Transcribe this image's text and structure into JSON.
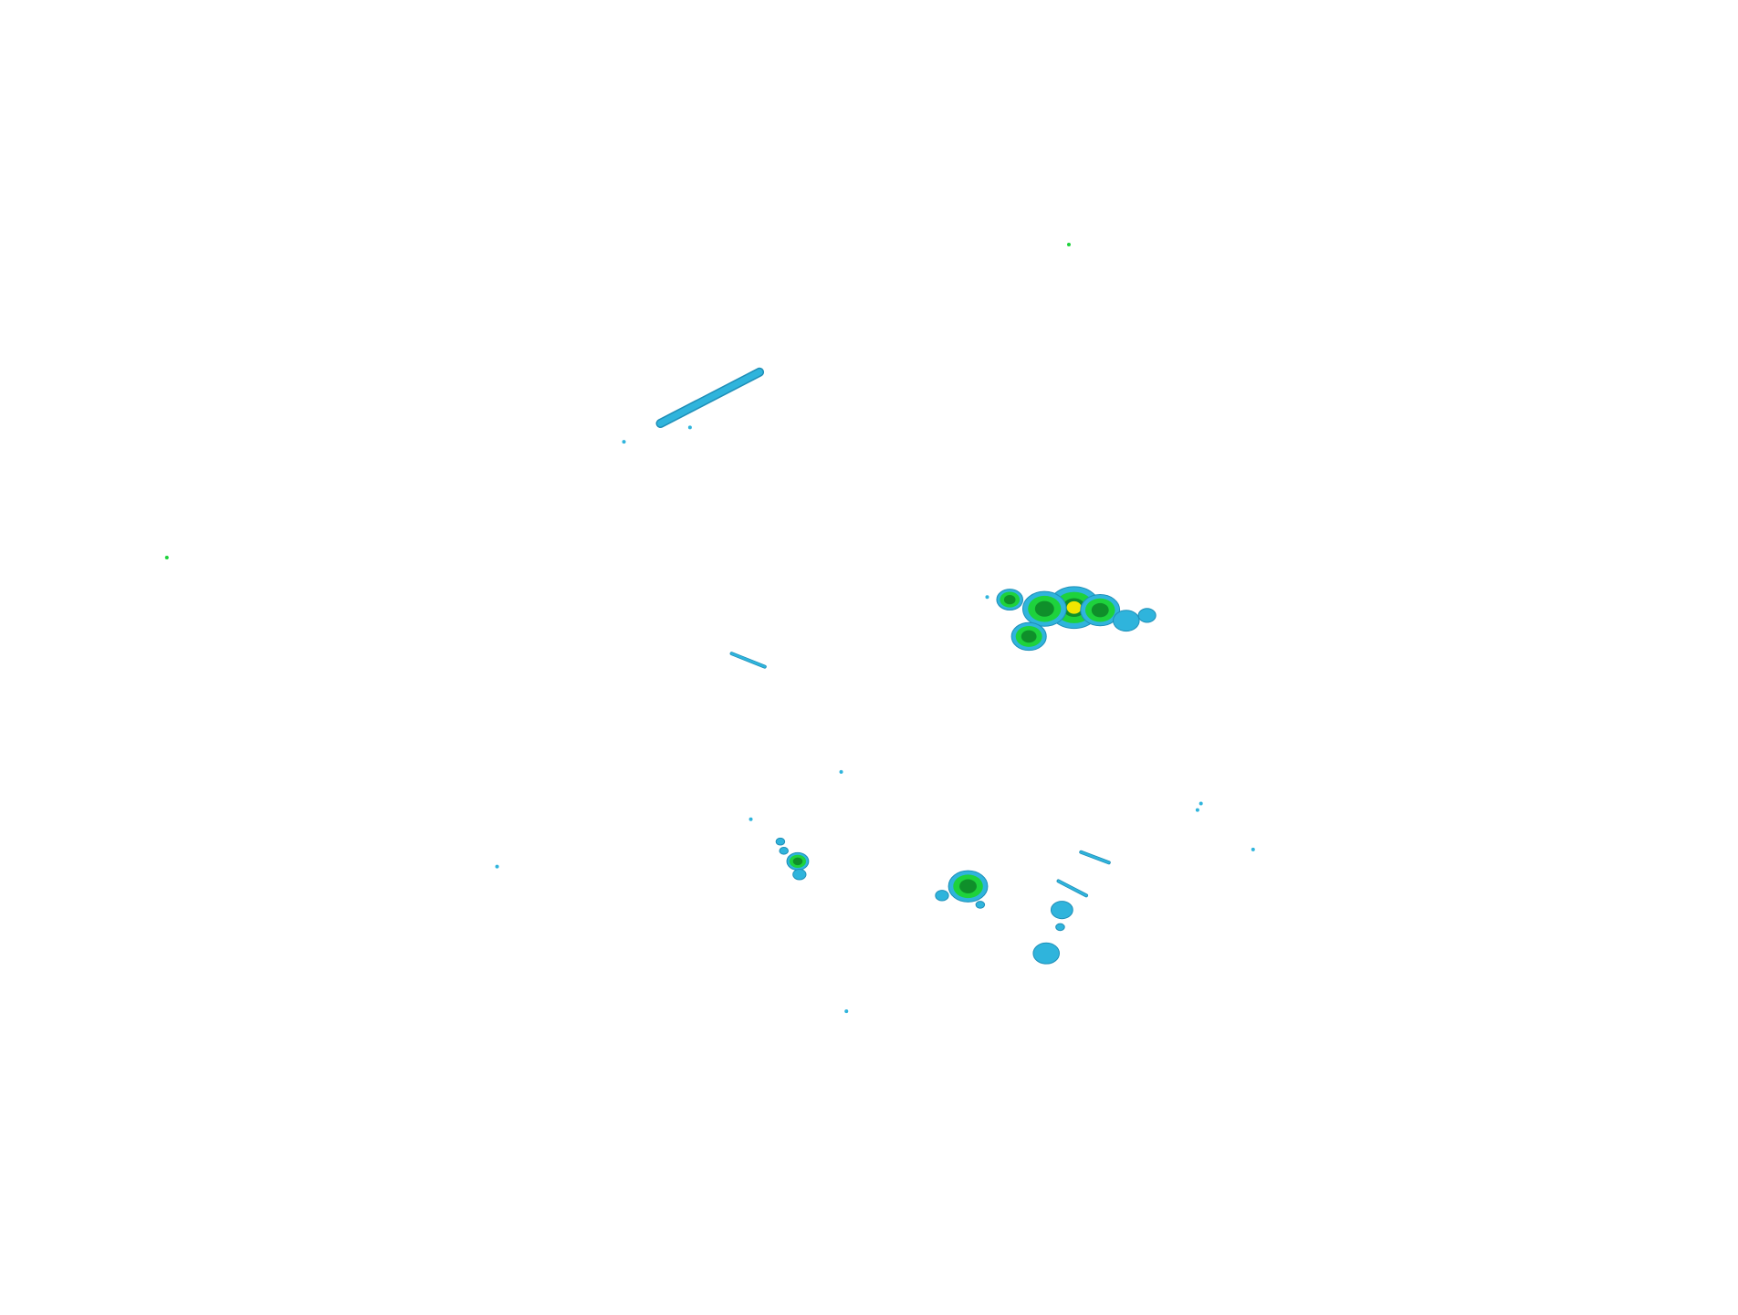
{
  "map": {
    "type": "radar-reflectivity",
    "background": "#ffffff",
    "palette": {
      "light": "#2fb4dc",
      "light_edge": "#1f8fb8",
      "moderate": "#1ed23c",
      "moderate_dark": "#0f8f2a",
      "strong": "#f2e600"
    },
    "echoes": [
      {
        "id": "long-band",
        "kind": "line",
        "level": "light",
        "from": [
          0.38,
          0.322
        ],
        "to": [
          0.437,
          0.283
        ]
      },
      {
        "id": "streak-west",
        "kind": "line",
        "level": "light",
        "from": [
          0.421,
          0.497
        ],
        "to": [
          0.44,
          0.507
        ]
      },
      {
        "id": "streak-south-1",
        "kind": "line",
        "level": "light",
        "from": [
          0.622,
          0.648
        ],
        "to": [
          0.638,
          0.656
        ]
      },
      {
        "id": "streak-south-2",
        "kind": "line",
        "level": "light",
        "from": [
          0.609,
          0.67
        ],
        "to": [
          0.625,
          0.681
        ]
      },
      {
        "id": "cell-main-1",
        "kind": "cell",
        "level": "strong",
        "at": [
          0.618,
          0.462
        ],
        "r": 0.012
      },
      {
        "id": "cell-main-2",
        "kind": "cell",
        "level": "moderate",
        "at": [
          0.601,
          0.463
        ],
        "r": 0.01
      },
      {
        "id": "cell-main-3",
        "kind": "cell",
        "level": "moderate",
        "at": [
          0.633,
          0.464
        ],
        "r": 0.009
      },
      {
        "id": "cell-main-4",
        "kind": "cell",
        "level": "light",
        "at": [
          0.648,
          0.472
        ],
        "r": 0.006
      },
      {
        "id": "cell-main-5",
        "kind": "cell",
        "level": "light",
        "at": [
          0.66,
          0.468
        ],
        "r": 0.004
      },
      {
        "id": "cell-north-west",
        "kind": "cell",
        "level": "moderate",
        "at": [
          0.581,
          0.456
        ],
        "r": 0.006
      },
      {
        "id": "cell-south-main",
        "kind": "cell",
        "level": "moderate",
        "at": [
          0.592,
          0.484
        ],
        "r": 0.008
      },
      {
        "id": "cell-sw-1",
        "kind": "cell",
        "level": "moderate",
        "at": [
          0.557,
          0.674
        ],
        "r": 0.009
      },
      {
        "id": "cell-sw-2",
        "kind": "cell",
        "level": "light",
        "at": [
          0.542,
          0.681
        ],
        "r": 0.003
      },
      {
        "id": "cell-sw-3",
        "kind": "cell",
        "level": "light",
        "at": [
          0.564,
          0.688
        ],
        "r": 0.002
      },
      {
        "id": "cell-s-1",
        "kind": "cell",
        "level": "light",
        "at": [
          0.611,
          0.692
        ],
        "r": 0.005
      },
      {
        "id": "cell-s-2",
        "kind": "cell",
        "level": "light",
        "at": [
          0.61,
          0.705
        ],
        "r": 0.002
      },
      {
        "id": "cell-s-3",
        "kind": "cell",
        "level": "light",
        "at": [
          0.602,
          0.725
        ],
        "r": 0.006
      },
      {
        "id": "cell-w-1",
        "kind": "cell",
        "level": "moderate",
        "at": [
          0.459,
          0.655
        ],
        "r": 0.005
      },
      {
        "id": "cell-w-2",
        "kind": "cell",
        "level": "light",
        "at": [
          0.46,
          0.665
        ],
        "r": 0.003
      },
      {
        "id": "cell-w-3",
        "kind": "cell",
        "level": "light",
        "at": [
          0.449,
          0.64
        ],
        "r": 0.002
      },
      {
        "id": "cell-w-4",
        "kind": "cell",
        "level": "light",
        "at": [
          0.451,
          0.647
        ],
        "r": 0.002
      },
      {
        "id": "dot-n",
        "kind": "dot",
        "level": "moderate",
        "at": [
          0.615,
          0.186
        ]
      },
      {
        "id": "dot-far-west",
        "kind": "dot",
        "level": "moderate",
        "at": [
          0.096,
          0.424
        ]
      },
      {
        "id": "dot-1",
        "kind": "dot",
        "level": "light",
        "at": [
          0.397,
          0.325
        ]
      },
      {
        "id": "dot-2",
        "kind": "dot",
        "level": "light",
        "at": [
          0.359,
          0.336
        ]
      },
      {
        "id": "dot-3",
        "kind": "dot",
        "level": "light",
        "at": [
          0.568,
          0.454
        ]
      },
      {
        "id": "dot-4",
        "kind": "dot",
        "level": "light",
        "at": [
          0.484,
          0.587
        ]
      },
      {
        "id": "dot-5",
        "kind": "dot",
        "level": "light",
        "at": [
          0.432,
          0.623
        ]
      },
      {
        "id": "dot-6",
        "kind": "dot",
        "level": "light",
        "at": [
          0.286,
          0.659
        ]
      },
      {
        "id": "dot-7",
        "kind": "dot",
        "level": "light",
        "at": [
          0.689,
          0.616
        ]
      },
      {
        "id": "dot-8",
        "kind": "dot",
        "level": "light",
        "at": [
          0.691,
          0.611
        ]
      },
      {
        "id": "dot-9",
        "kind": "dot",
        "level": "light",
        "at": [
          0.721,
          0.646
        ]
      },
      {
        "id": "dot-10",
        "kind": "dot",
        "level": "light",
        "at": [
          0.487,
          0.769
        ]
      }
    ]
  }
}
